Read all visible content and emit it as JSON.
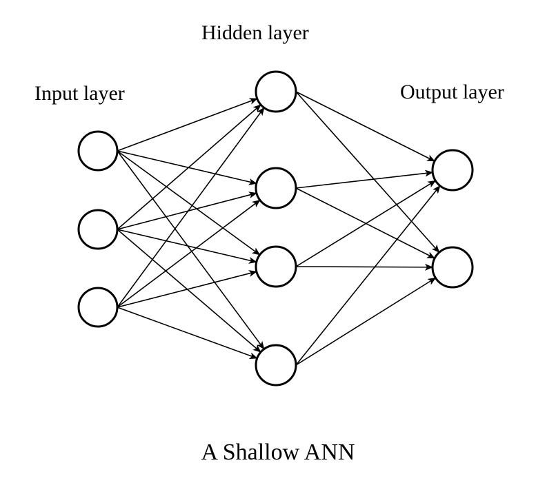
{
  "labels": {
    "input": "Input layer",
    "hidden": "Hidden layer",
    "output": "Output layer"
  },
  "caption": "A Shallow ANN",
  "network": {
    "layers": [
      {
        "name": "input",
        "neurons": 3
      },
      {
        "name": "hidden",
        "neurons": 4
      },
      {
        "name": "output",
        "neurons": 2
      }
    ],
    "connections": "fully-connected"
  },
  "colors": {
    "stroke": "#000000",
    "background": "#ffffff"
  }
}
